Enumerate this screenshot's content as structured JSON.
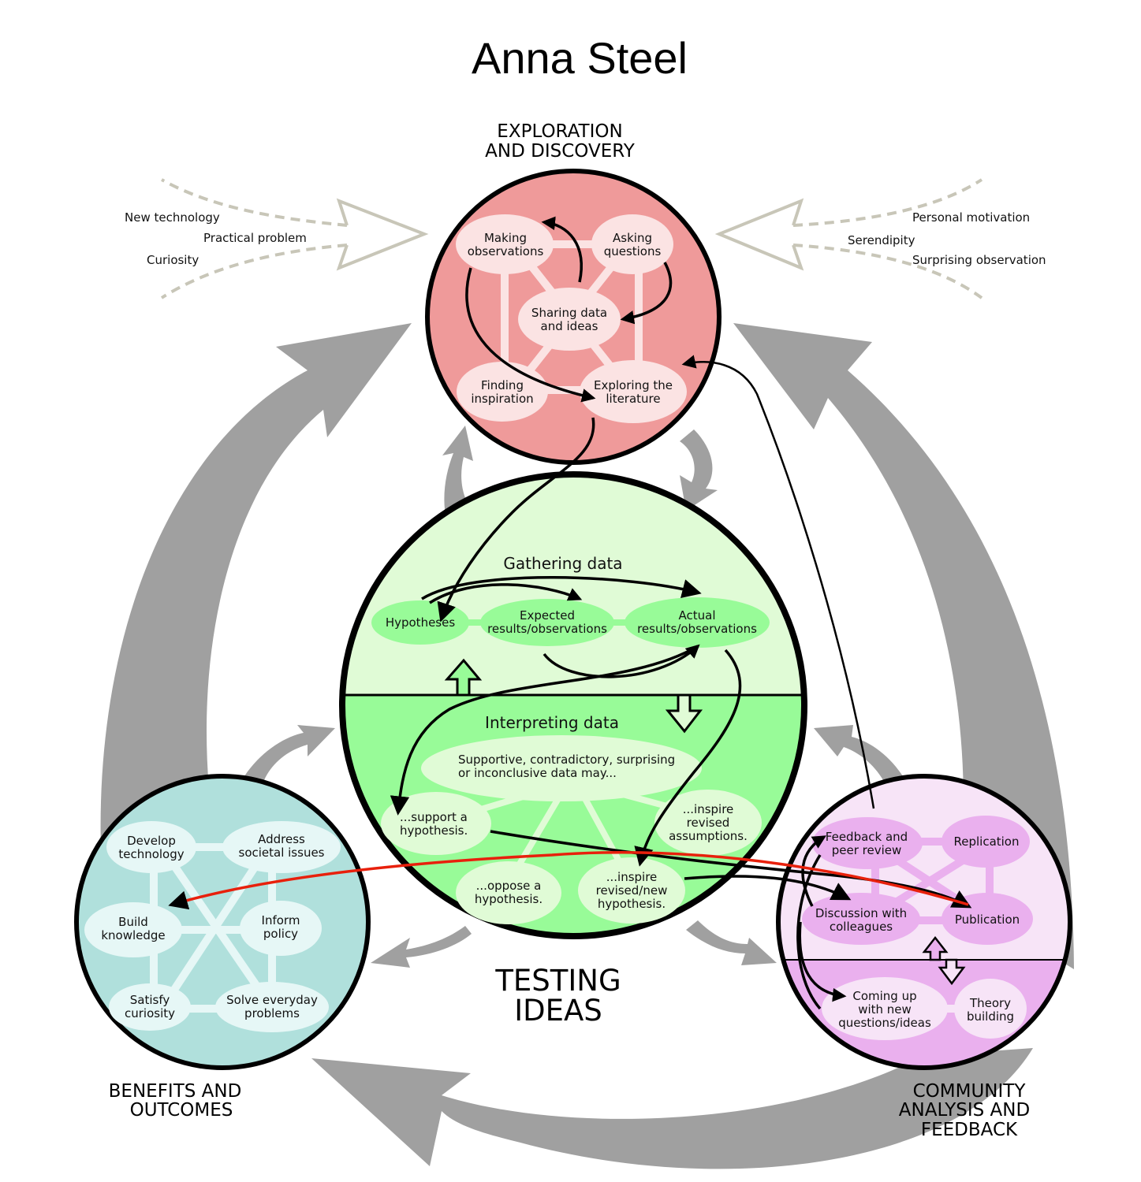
{
  "title": "Anna Steel",
  "sections": {
    "exploration": {
      "label_lines": [
        "EXPLORATION",
        "AND DISCOVERY"
      ],
      "fill": "#ef9a9a"
    },
    "testing": {
      "label_lines": [
        "TESTING",
        "IDEAS"
      ],
      "fill_top": "#e0fbd6",
      "fill_bottom": "#98fb98"
    },
    "benefits": {
      "label_lines": [
        "BENEFITS AND",
        "OUTCOMES"
      ],
      "fill": "#b0e0dc"
    },
    "community": {
      "label_lines": [
        "COMMUNITY",
        "ANALYSIS AND",
        "FEEDBACK"
      ],
      "fill_top": "#f7e4f7",
      "fill_bottom": "#eab0ee"
    }
  },
  "influences_left": [
    "New technology",
    "Practical problem",
    "Curiosity"
  ],
  "influences_right": [
    "Personal motivation",
    "Serendipity",
    "Surprising observation"
  ],
  "exploration_nodes": [
    {
      "id": "making-observations",
      "lines": [
        "Making",
        "observations"
      ]
    },
    {
      "id": "asking-questions",
      "lines": [
        "Asking",
        "questions"
      ]
    },
    {
      "id": "sharing-data",
      "lines": [
        "Sharing data",
        "and ideas"
      ]
    },
    {
      "id": "finding-inspiration",
      "lines": [
        "Finding",
        "inspiration"
      ]
    },
    {
      "id": "exploring-literature",
      "lines": [
        "Exploring the",
        "literature"
      ]
    }
  ],
  "testing": {
    "gathering_heading": "Gathering data",
    "interpreting_heading": "Interpreting data",
    "gathering_nodes": [
      {
        "id": "hypotheses",
        "lines": [
          "Hypotheses"
        ]
      },
      {
        "id": "expected-results",
        "lines": [
          "Expected",
          "results/observations"
        ]
      },
      {
        "id": "actual-results",
        "lines": [
          "Actual",
          "results/observations"
        ]
      }
    ],
    "interpreting_nodes": [
      {
        "id": "data-may",
        "lines": [
          "Supportive, contradictory, surprising",
          "or inconclusive data may..."
        ]
      },
      {
        "id": "support-hypothesis",
        "lines": [
          "...support a",
          "hypothesis."
        ]
      },
      {
        "id": "inspire-assumptions",
        "lines": [
          "...inspire",
          "revised",
          "assumptions."
        ]
      },
      {
        "id": "oppose-hypothesis",
        "lines": [
          "...oppose a",
          "hypothesis."
        ]
      },
      {
        "id": "inspire-hypothesis",
        "lines": [
          "...inspire",
          "revised/new",
          "hypothesis."
        ]
      }
    ]
  },
  "benefits_nodes": [
    {
      "id": "develop-technology",
      "lines": [
        "Develop",
        "technology"
      ]
    },
    {
      "id": "address-societal-issues",
      "lines": [
        "Address",
        "societal issues"
      ]
    },
    {
      "id": "build-knowledge",
      "lines": [
        "Build",
        "knowledge"
      ]
    },
    {
      "id": "inform-policy",
      "lines": [
        "Inform",
        "policy"
      ]
    },
    {
      "id": "satisfy-curiosity",
      "lines": [
        "Satisfy",
        "curiosity"
      ]
    },
    {
      "id": "solve-everyday-problems",
      "lines": [
        "Solve everyday",
        "problems"
      ]
    }
  ],
  "community_nodes": [
    {
      "id": "feedback-peer-review",
      "lines": [
        "Feedback and",
        "peer review"
      ]
    },
    {
      "id": "replication",
      "lines": [
        "Replication"
      ]
    },
    {
      "id": "discussion-colleagues",
      "lines": [
        "Discussion with",
        "colleagues"
      ]
    },
    {
      "id": "publication",
      "lines": [
        "Publication"
      ]
    },
    {
      "id": "new-questions",
      "lines": [
        "Coming up",
        "with new",
        "questions/ideas"
      ]
    },
    {
      "id": "theory-building",
      "lines": [
        "Theory",
        "building"
      ]
    }
  ],
  "colors": {
    "cycle_arrow": "#a0a0a0",
    "influence_arrow": "#c8c6b8",
    "highlight_path": "#e8200c",
    "path": "#000000"
  }
}
